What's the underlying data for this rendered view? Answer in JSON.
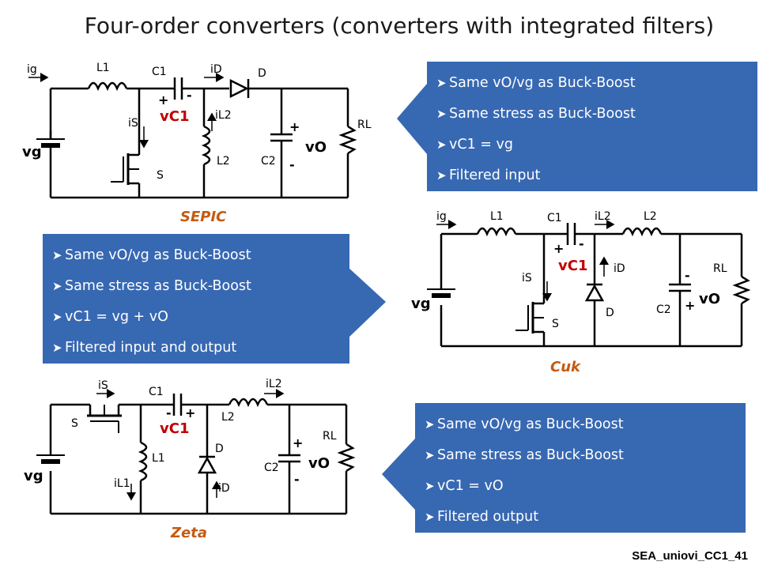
{
  "title": "Four-order converters (converters with integrated filters)",
  "footer": "SEA_uniovi_CC1_41",
  "colors": {
    "box": "#3768b2",
    "converter_name": "#c55a11",
    "capacitor_voltage": "#c00000"
  },
  "boxes": {
    "sepic": [
      "Same vO/vg as Buck-Boost",
      "Same stress as Buck-Boost",
      "vC1 = vg",
      "Filtered input"
    ],
    "cuk": [
      "Same vO/vg as Buck-Boost",
      "Same stress as Buck-Boost",
      "vC1 = vg + vO",
      "Filtered input and output"
    ],
    "zeta": [
      "Same vO/vg as Buck-Boost",
      "Same stress as Buck-Boost",
      "vC1 = vO",
      "Filtered output"
    ]
  },
  "circuits": {
    "sepic": {
      "name": "SEPIC",
      "ig": "ig",
      "L1": "L1",
      "C1": "C1",
      "iD": "iD",
      "D": "D",
      "iS": "iS",
      "vC1": "vC1",
      "iL2": "iL2",
      "L2": "L2",
      "S": "S",
      "C2": "C2",
      "vO": "vO",
      "RL": "RL",
      "vg": "vg"
    },
    "cuk": {
      "name": "Cuk",
      "ig": "ig",
      "L1": "L1",
      "C1": "C1",
      "iL2": "iL2",
      "L2": "L2",
      "vC1": "vC1",
      "iS": "iS",
      "iD": "iD",
      "D": "D",
      "S": "S",
      "C2": "C2",
      "vO": "vO",
      "RL": "RL",
      "vg": "vg"
    },
    "zeta": {
      "name": "Zeta",
      "iS": "iS",
      "C1": "C1",
      "iL2": "iL2",
      "S": "S",
      "vC1": "vC1",
      "L2": "L2",
      "D": "D",
      "L1": "L1",
      "iL1": "iL1",
      "iD": "iD",
      "C2": "C2",
      "vO": "vO",
      "RL": "RL",
      "vg": "vg"
    }
  }
}
